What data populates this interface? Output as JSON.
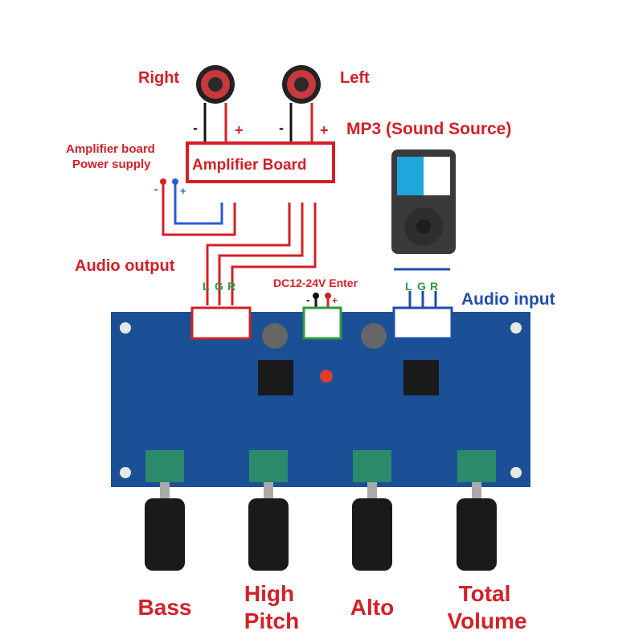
{
  "colors": {
    "red": "#d32027",
    "blue": "#1e4ea8",
    "green": "#2e9a3e",
    "pcb": "#1b4f96",
    "black": "#111111"
  },
  "speakers": {
    "right": {
      "label": "Right",
      "minus": "-",
      "plus": "+"
    },
    "left": {
      "label": "Left",
      "minus": "-",
      "plus": "+"
    }
  },
  "amplifier": {
    "box_label": "Amplifier Board",
    "power_label_line1": "Amplifier board",
    "power_label_line2": "Power supply",
    "power_minus": "-",
    "power_plus": "+"
  },
  "source": {
    "label": "MP3 (Sound Source)"
  },
  "audio_output": {
    "label": "Audio output",
    "pins": [
      "L",
      "G",
      "R"
    ]
  },
  "audio_input": {
    "label": "Audio input",
    "pins": [
      "L",
      "G",
      "R"
    ]
  },
  "power_input": {
    "label": "DC12-24V Enter",
    "minus": "-",
    "plus": "+"
  },
  "knobs": [
    {
      "line1": "Bass",
      "line2": ""
    },
    {
      "line1": "High",
      "line2": "Pitch"
    },
    {
      "line1": "Alto",
      "line2": ""
    },
    {
      "line1": "Total",
      "line2": "Volume"
    }
  ]
}
